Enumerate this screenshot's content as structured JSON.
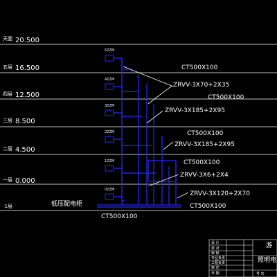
{
  "floors": [
    {
      "name": "天面",
      "elev": "20.500"
    },
    {
      "name": "五层",
      "elev": "16.500"
    },
    {
      "name": "四层",
      "elev": "12.500"
    },
    {
      "name": "三层",
      "elev": "8.500"
    },
    {
      "name": "二层",
      "elev": "4.500"
    },
    {
      "name": "一层",
      "elev": "0.000"
    },
    {
      "name": "-1层",
      "elev": ""
    }
  ],
  "boxes": [
    "5ZZM",
    "4ZZM",
    "3ZZM",
    "2ZZM",
    "1ZZM",
    "0ZZM"
  ],
  "low_voltage_room": "低压配电柜",
  "trays": [
    "CT500X100",
    "CT500X100",
    "CT500X100",
    "CT500X100",
    "CT500X100",
    "CT500X100"
  ],
  "cables": [
    "ZRVV-3X70+2X35",
    "ZRVV-3X185+2X95",
    "ZRVV-3X185+2X95",
    "ZRVV-3X6+2X4",
    "ZRVV-3X120+2X70"
  ],
  "title_block": {
    "row_labels": [
      "设 计",
      "校 对",
      "审 核",
      "专业负责",
      "工程负责",
      "审 定",
      "日 期"
    ],
    "name1": "游",
    "name2": "照明电",
    "bottom": "号 次"
  },
  "colors": {
    "line": "#ffffff",
    "riser": "#2828ff",
    "bg": "#000000"
  }
}
